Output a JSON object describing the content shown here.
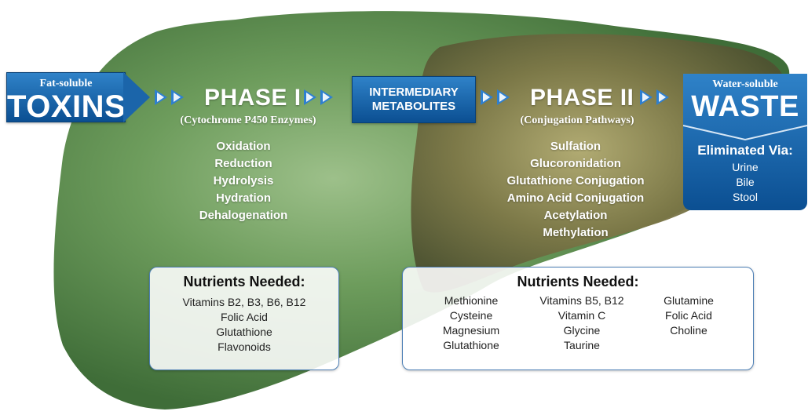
{
  "toxins": {
    "sub": "Fat-soluble",
    "title": "TOXINS"
  },
  "phase1": {
    "title": "PHASE I",
    "subtitle": "(Cytochrome P450 Enzymes)",
    "processes": [
      "Oxidation",
      "Reduction",
      "Hydrolysis",
      "Hydration",
      "Dehalogenation"
    ],
    "nutrients_title": "Nutrients Needed:",
    "nutrients": [
      "Vitamins B2, B3, B6, B12",
      "Folic Acid",
      "Glutathione",
      "Flavonoids"
    ]
  },
  "intermediary": {
    "line1": "INTERMEDIARY",
    "line2": "METABOLITES"
  },
  "phase2": {
    "title": "PHASE II",
    "subtitle": "(Conjugation Pathways)",
    "processes": [
      "Sulfation",
      "Glucoronidation",
      "Glutathione Conjugation",
      "Amino Acid Conjugation",
      "Acetylation",
      "Methylation"
    ],
    "nutrients_title": "Nutrients Needed:",
    "nutrients_col1": [
      "Methionine",
      "Cysteine",
      "Magnesium",
      "Glutathione"
    ],
    "nutrients_col2": [
      "Vitamins B5, B12",
      "Vitamin C",
      "Glycine",
      "Taurine"
    ],
    "nutrients_col3": [
      "Glutamine",
      "Folic Acid",
      "Choline"
    ]
  },
  "waste": {
    "sub": "Water-soluble",
    "title": "WASTE",
    "elim_title": "Eliminated Via:",
    "elim": [
      "Urine",
      "Bile",
      "Stool"
    ]
  },
  "colors": {
    "liver_green": "#5f9153",
    "liver_olive": "#6f6d3d",
    "blue": "#1b65aa",
    "arrow_blue": "#2e7fd0"
  }
}
